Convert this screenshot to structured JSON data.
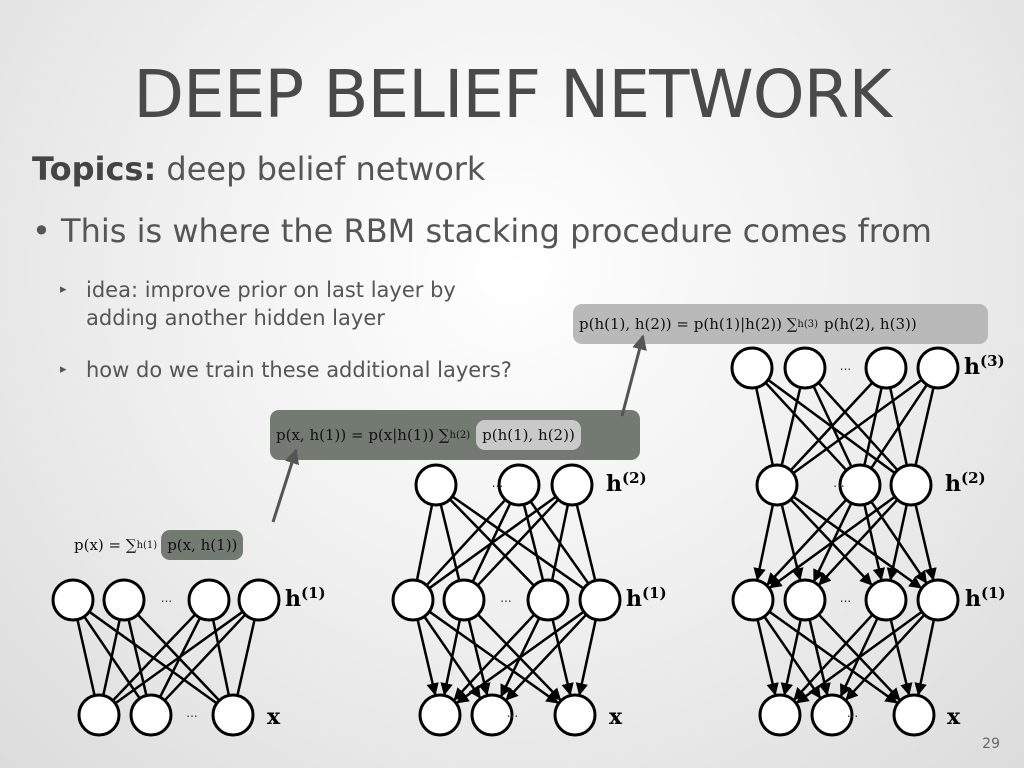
{
  "slide": {
    "title": "DEEP BELIEF NETWORK",
    "topics_label": "Topics:",
    "topics_text": " deep belief network",
    "bullet": "• This is where the RBM stacking procedure comes from",
    "sub_bullets": [
      {
        "line1": "idea: improve prior on last layer by",
        "line2": "adding another hidden layer"
      },
      {
        "line1": "how do we train these additional layers?"
      }
    ],
    "page_number": "29",
    "triangle_icon": "▸"
  },
  "equations": {
    "eq1_lhs": "p(x) = ∑",
    "eq1_sub": "h(1)",
    "eq1_hl": "p(x, h(1))",
    "eq2_lhs": "p(x, h(1)) = p(x|h(1)) ∑",
    "eq2_sub": "h(2)",
    "eq2_hl": "p(h(1), h(2))",
    "eq3_lhs": "p(h(1), h(2)) = p(h(1)|h(2)) ∑",
    "eq3_sub": "h(3)",
    "eq3_rhs": "p(h(2), h(3))"
  },
  "labels": {
    "h": "h",
    "x": "x",
    "sup1": "(1)",
    "sup2": "(2)",
    "sup3": "(3)",
    "ellipsis": "..."
  },
  "colors": {
    "dark_highlight": "#727a72",
    "light_highlight": "#b9b9b9",
    "arrow": "#555555"
  }
}
